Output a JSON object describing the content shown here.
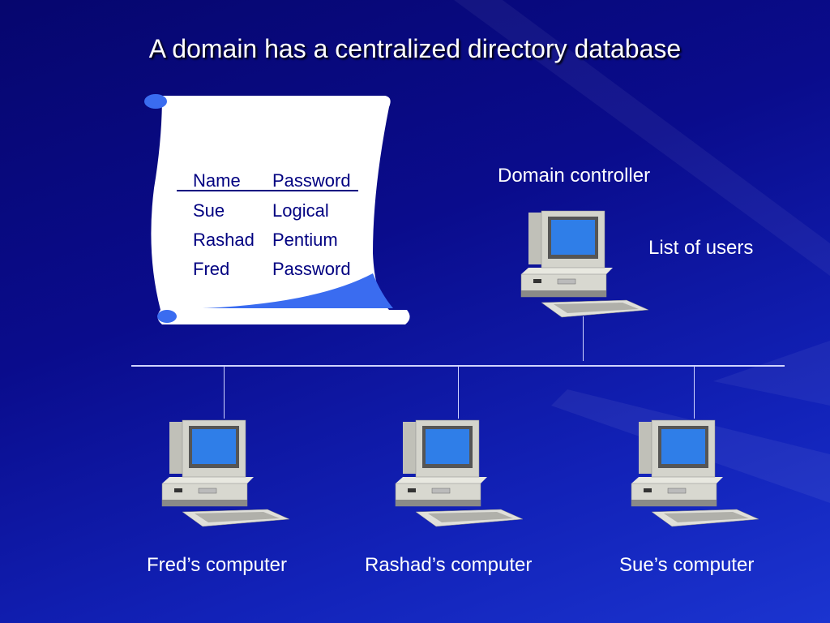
{
  "title": "A domain has a centralized directory database",
  "directory": {
    "headers": [
      "Name",
      "Password"
    ],
    "rows": [
      [
        "Sue",
        "Logical"
      ],
      [
        "Rashad",
        "Pentium"
      ],
      [
        "Fred",
        "Password"
      ]
    ]
  },
  "domain_controller": {
    "label": "Domain controller",
    "note": "List of users"
  },
  "clients": [
    "Fred’s computer",
    "Rashad’s computer",
    "Sue’s computer"
  ]
}
